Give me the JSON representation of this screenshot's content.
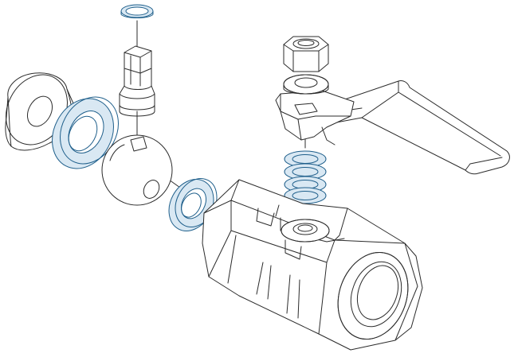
{
  "diagram": {
    "kind": "exploded-assembly-line-art",
    "colors": {
      "line": "#2b2b2b",
      "highlight": "#1f5f8b",
      "highlight_fill": "#d9e8f3",
      "background": "#ffffff",
      "part_fill": "#ffffff"
    },
    "parts": [
      {
        "id": "stem-o-ring",
        "highlighted": true
      },
      {
        "id": "valve-stem",
        "highlighted": false
      },
      {
        "id": "end-cap-left",
        "highlighted": false
      },
      {
        "id": "seat-ring-left",
        "highlighted": true
      },
      {
        "id": "ball",
        "highlighted": false
      },
      {
        "id": "seat-ring-right",
        "highlighted": true
      },
      {
        "id": "hex-nut",
        "highlighted": false
      },
      {
        "id": "washer",
        "highlighted": false
      },
      {
        "id": "stop-plate",
        "highlighted": false
      },
      {
        "id": "handle-lever",
        "highlighted": false
      },
      {
        "id": "belleville-washer-stack",
        "highlighted": true
      },
      {
        "id": "valve-body",
        "highlighted": false
      }
    ]
  }
}
